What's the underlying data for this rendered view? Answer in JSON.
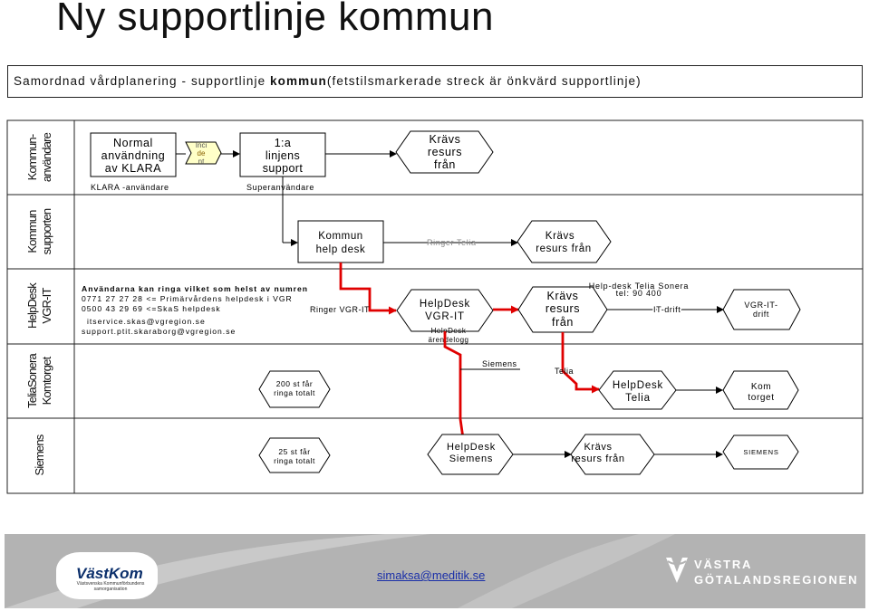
{
  "title": "Ny supportlinje kommun",
  "subtitle": {
    "before": "Samordnad vårdplanering - supportlinje ",
    "bold": "kommun",
    "after": "(fetstilsmarkerade streck är önkvärd supportlinje)"
  },
  "lanes": [
    {
      "line1": "Kommun-",
      "line2": "användare"
    },
    {
      "line1": "Kommun",
      "line2": "supporten"
    },
    {
      "line1": "HelpDesk",
      "line2": "VGR-IT"
    },
    {
      "line1": "TeliaSonera",
      "line2": "Komtorget"
    },
    {
      "line1": "Siemens",
      "line2": ""
    }
  ],
  "nodes": {
    "normal": [
      "Normal",
      "användning",
      "av KLARA"
    ],
    "klara_user": "KLARA -användare",
    "inci": [
      "Inci",
      "de",
      "nt"
    ],
    "linjens": [
      "1:a",
      "linjens",
      "support"
    ],
    "superuser": "Superanvändare",
    "kravs1": [
      "Krävs",
      "resurs",
      "från"
    ],
    "kommun_hd": [
      "Kommun",
      "help desk"
    ],
    "ringer_telia": "Ringer Telia",
    "kravs2": [
      "Krävs",
      "resurs från"
    ],
    "anv_text": [
      "Användarna kan ringa vilket som helst av numren",
      "0771 27 27 28 <= Primärvårdens helpdesk i VGR",
      "0500 43 29 69 <=SkaS helpdesk",
      "itservice.skas@vgregion.se",
      "support.ptit.skaraborg@vgregion.se"
    ],
    "ringer_vgr": "Ringer VGR-IT",
    "hd_vgr": [
      "HelpDesk",
      "VGR-IT"
    ],
    "arendelogg": [
      "HelpDesk",
      "ärendelogg"
    ],
    "kravs3": [
      "Krävs",
      "resurs",
      "från"
    ],
    "telia_sonera": [
      "Help-desk Telia Sonera",
      "tel: 90 400"
    ],
    "it_drift": "IT-drift",
    "vgr_it_drift": [
      "VGR-IT-",
      "drift"
    ],
    "siemens_label": "Siemens",
    "telia_label": "Telia",
    "st200": [
      "200 st får",
      "ringa totalt"
    ],
    "hd_telia": [
      "HelpDesk",
      "Telia"
    ],
    "komtorget": [
      "Kom",
      "torget"
    ],
    "st25": [
      "25 st får",
      "ringa totalt"
    ],
    "hd_siemens": [
      "HelpDesk",
      "Siemens"
    ],
    "kravs4": [
      "Krävs",
      "resurs från"
    ],
    "siemens_box": "SIEMENS"
  },
  "footer": {
    "vastkom": "VästKom",
    "vastkom_sub": "Västsvenska Kommunförbundens samorganisation",
    "email": "simaksa@meditik.se",
    "vg_line1": "VÄSTRA",
    "vg_line2": "GÖTALANDSREGIONEN"
  },
  "colors": {
    "support_line": "#e00000",
    "inci_fill": "#ffffc8",
    "footer_bg": "#b3b3b3",
    "link": "#1a2fa8"
  }
}
